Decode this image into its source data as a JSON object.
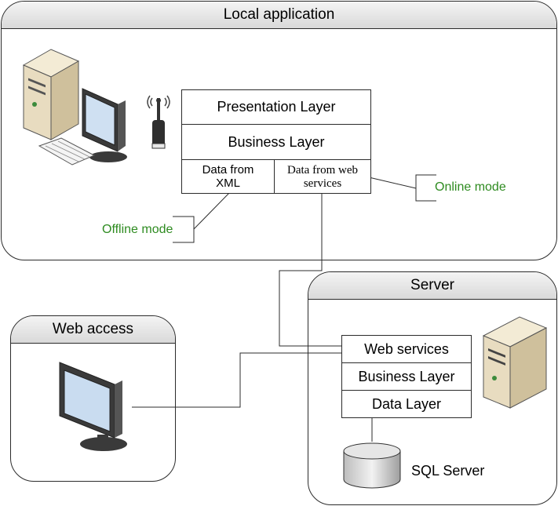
{
  "local_app": {
    "title": "Local application",
    "layers": [
      "Presentation Layer",
      "Business Layer"
    ],
    "data_from_xml": "Data from XML",
    "data_from_web": "Data from web services"
  },
  "callouts": {
    "offline": "Offline mode",
    "online": "Online mode"
  },
  "server": {
    "title": "Server",
    "layers": [
      "Web services",
      "Business Layer",
      "Data Layer"
    ],
    "database": "SQL Server"
  },
  "web_access": {
    "title": "Web access"
  },
  "icons": [
    "desktop-computer-icon",
    "wireless-antenna-icon",
    "monitor-icon",
    "server-tower-icon",
    "database-cylinder-icon"
  ],
  "colors": {
    "callout": "#2e8b20",
    "panel_header": "#d9d9d9",
    "beige": "#e8dcc0"
  }
}
